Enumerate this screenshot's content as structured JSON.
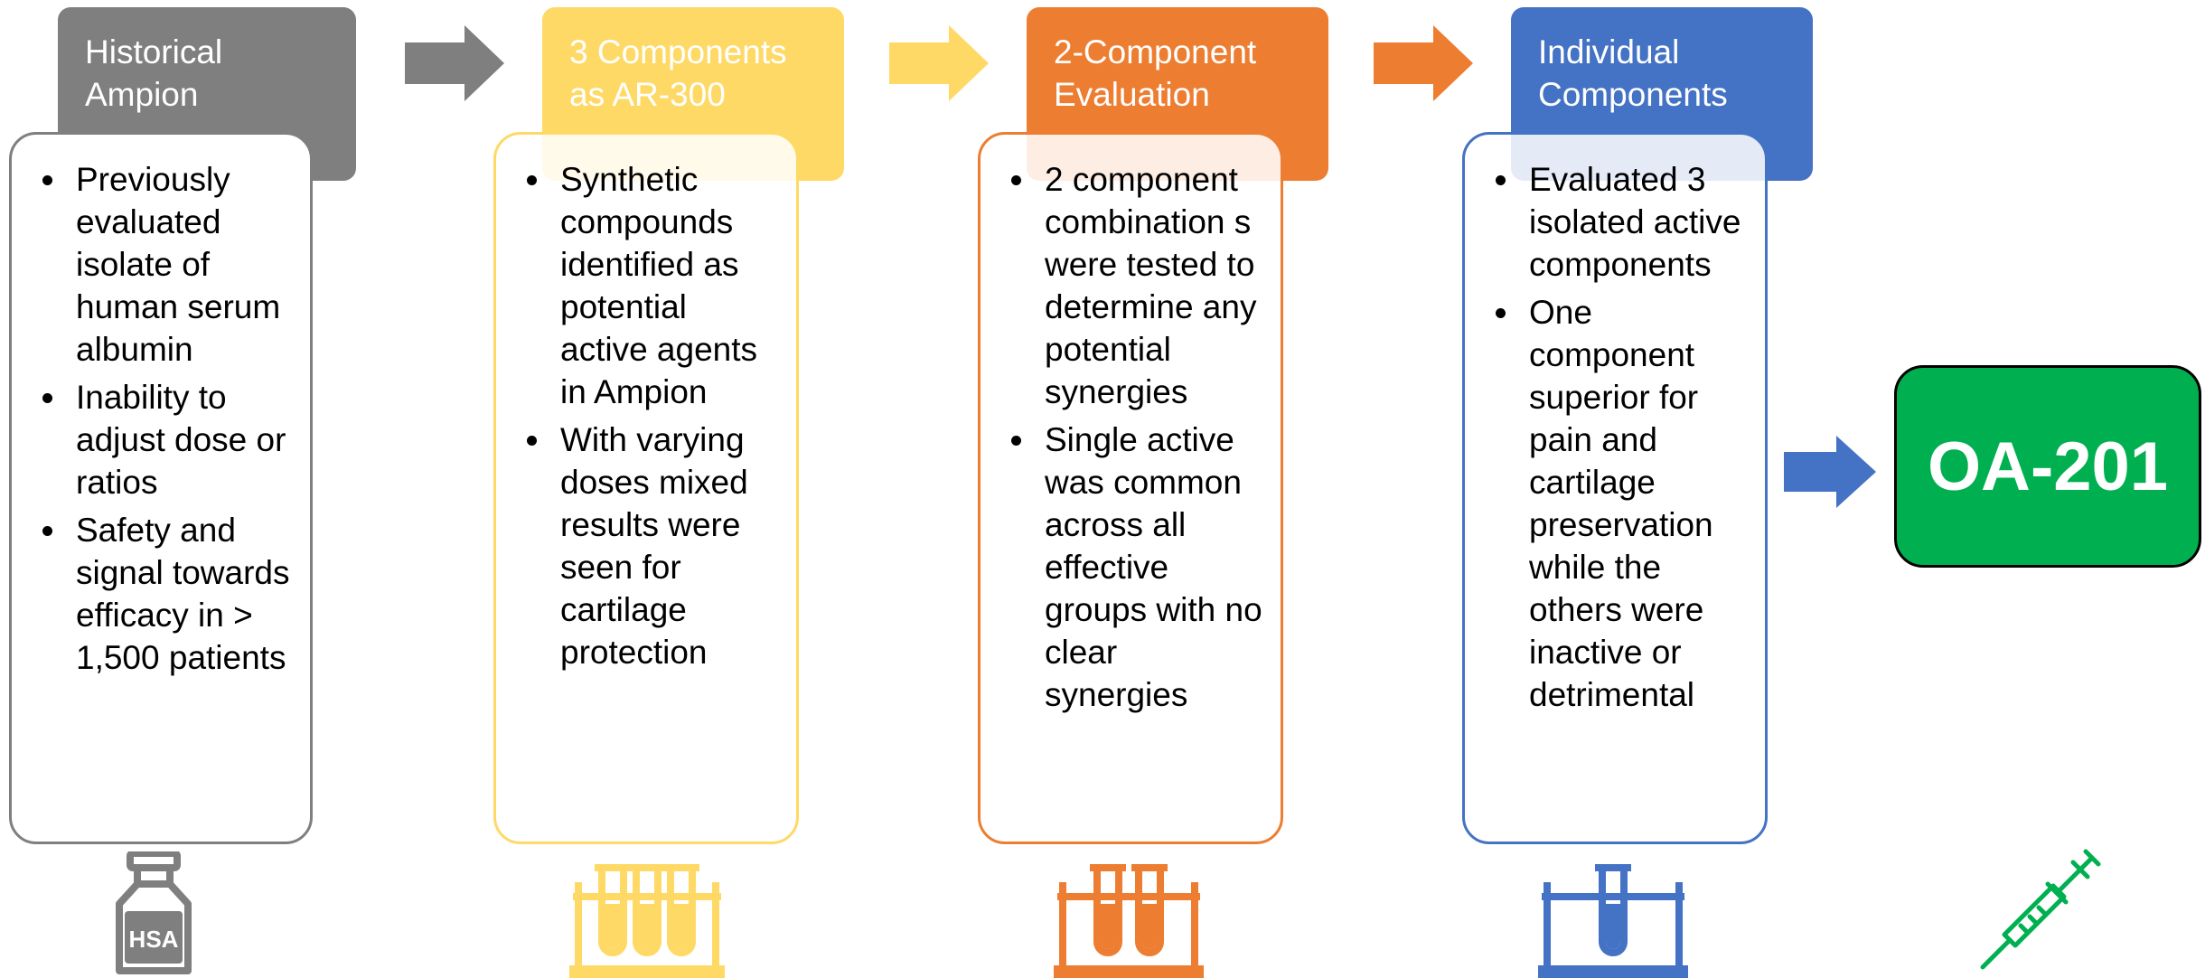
{
  "colors": {
    "gray": "#7f7f7f",
    "yellow": "#ffd966",
    "orange": "#ed7d31",
    "blue": "#4472c4",
    "green": "#00b050"
  },
  "stages": [
    {
      "header": "Historical Ampion",
      "bullets": [
        "Previously evaluated isolate of human serum albumin",
        "Inability to adjust dose or ratios",
        "Safety and signal towards efficacy in > 1,500 patients"
      ],
      "icon": "hsa-vial-icon",
      "icon_label": "HSA"
    },
    {
      "header": "3 Components as AR-300",
      "bullets": [
        "Synthetic compounds identified as potential active agents in Ampion",
        "With varying doses mixed results were seen for cartilage protection"
      ],
      "icon": "three-test-tubes-icon"
    },
    {
      "header": "2-Component Evaluation",
      "bullets": [
        "2 component combination s were tested to determine any potential synergies",
        "Single active was common across all effective groups with no clear synergies"
      ],
      "icon": "two-test-tubes-icon"
    },
    {
      "header": "Individual Components",
      "bullets": [
        "Evaluated 3 isolated active components",
        "One component superior for pain and cartilage preservation while the others were inactive or detrimental"
      ],
      "icon": "single-test-tube-icon"
    }
  ],
  "final": {
    "label": "OA-201",
    "icon": "syringe-icon"
  }
}
